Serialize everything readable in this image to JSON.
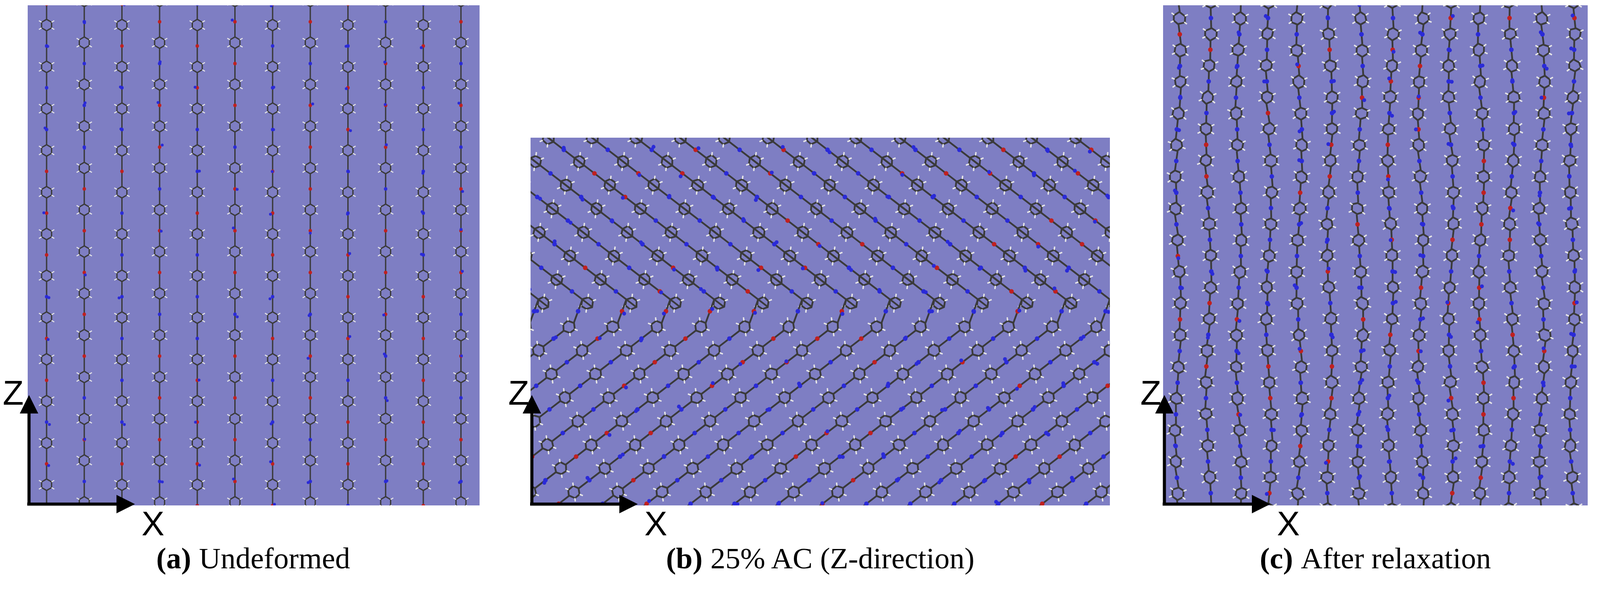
{
  "diagram": {
    "labels": [
      "Z",
      "X",
      "(a)",
      "Undeformed",
      "Z",
      "X",
      "(b)",
      "25% AC (Z-direction)",
      "Z",
      "X",
      "(c)",
      "After relaxation"
    ]
  }
}
